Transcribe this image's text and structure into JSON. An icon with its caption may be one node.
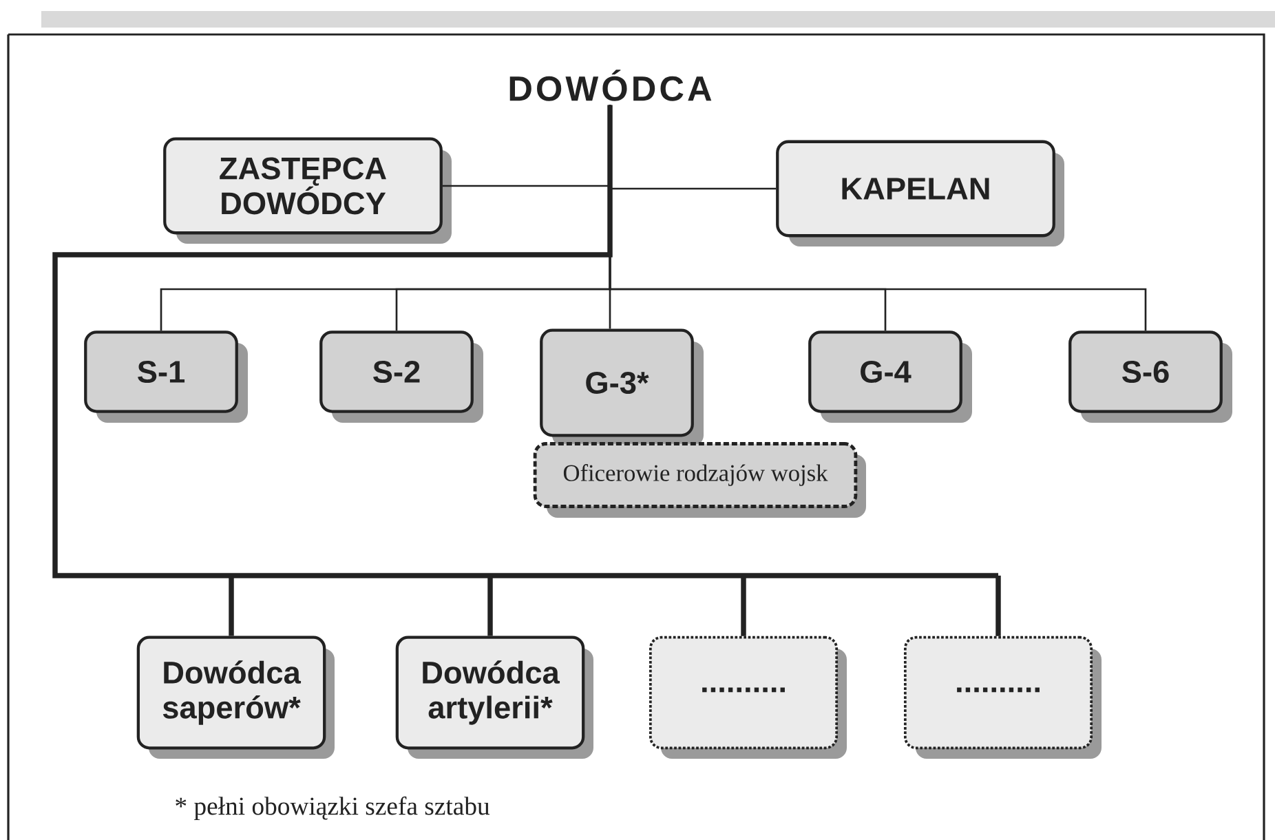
{
  "diagram": {
    "nodes": [
      {
        "text": [
          "DOWÓDCA"
        ]
      },
      {
        "text": [
          "ZASTĘPCA DOWÓDCY"
        ]
      },
      {
        "text": [
          "KAPELAN"
        ]
      },
      {
        "text": [
          "S-1"
        ]
      },
      {
        "text": [
          "S-2"
        ]
      },
      {
        "text": [
          "G-3*"
        ]
      },
      {
        "text": [
          "G-4"
        ]
      },
      {
        "text": [
          "S-6"
        ]
      },
      {
        "text": [
          "Oficerowie rodzajów wojsk"
        ]
      },
      {
        "text": [
          "Dowódca saperów*"
        ]
      },
      {
        "text": [
          "Dowódca artylerii*"
        ]
      },
      {
        "text": [
          ".........."
        ]
      },
      {
        "text": [
          ".........."
        ]
      }
    ],
    "edges": [
      {
        "from": 0,
        "to": 1,
        "arrow": "none"
      },
      {
        "from": 0,
        "to": 2,
        "arrow": "none"
      },
      {
        "from": 0,
        "to": 3,
        "arrow": "none"
      },
      {
        "from": 0,
        "to": 4,
        "arrow": "none"
      },
      {
        "from": 0,
        "to": 5,
        "arrow": "none"
      },
      {
        "from": 0,
        "to": 6,
        "arrow": "none"
      },
      {
        "from": 0,
        "to": 7,
        "arrow": "none"
      },
      {
        "from": 0,
        "to": 9,
        "arrow": "none",
        "style": "thick"
      },
      {
        "from": 0,
        "to": 10,
        "arrow": "none",
        "style": "thick"
      },
      {
        "from": 0,
        "to": 11,
        "arrow": "none",
        "style": "thick"
      },
      {
        "from": 0,
        "to": 12,
        "arrow": "none",
        "style": "thick"
      }
    ],
    "labels": [
      "* pełni obowiązki szefa sztabu"
    ]
  }
}
